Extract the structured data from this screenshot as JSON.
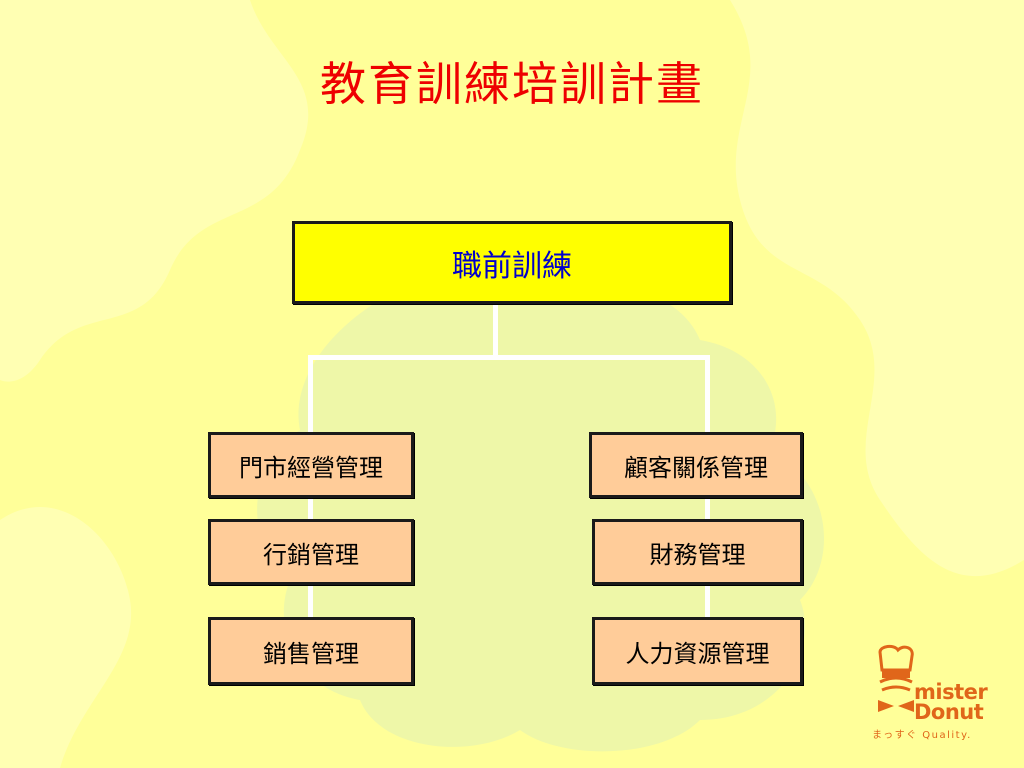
{
  "title": "教育訓練培訓計畫",
  "root": {
    "label": "職前訓練"
  },
  "left_branch": [
    {
      "label": "門市經營管理"
    },
    {
      "label": "行銷管理"
    },
    {
      "label": "銷售管理"
    }
  ],
  "right_branch": [
    {
      "label": "顧客關係管理"
    },
    {
      "label": "財務管理"
    },
    {
      "label": "人力資源管理"
    }
  ],
  "logo": {
    "word1": "mister",
    "word2": "Donut",
    "tagline": "まっすぐ Quality."
  },
  "colors": {
    "background": "#ffff99",
    "background_blob_light": "#ffffb3",
    "background_blob_green": "#eef7a8",
    "title": "#ee0000",
    "root_fill": "#ffff00",
    "root_text": "#0000cc",
    "leaf_fill": "#ffcc99",
    "connector": "#ffffff",
    "logo": "#e0661a"
  }
}
